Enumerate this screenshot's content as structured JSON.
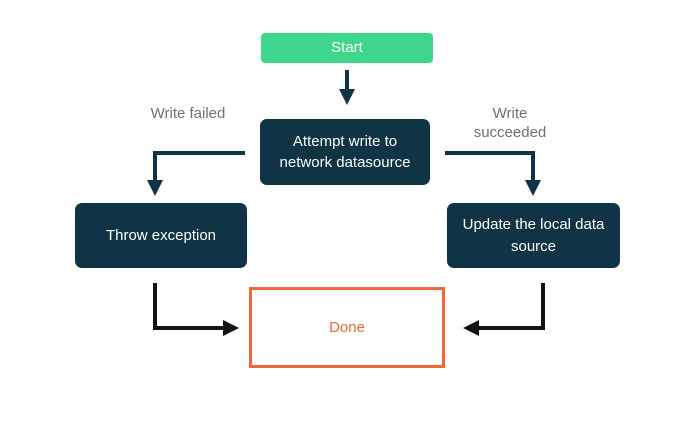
{
  "diagram": {
    "type": "flowchart",
    "nodes": {
      "start": {
        "label": "Start",
        "shape": "rounded-rect",
        "fill": "#3dd68c",
        "text_color": "#ffffff"
      },
      "attempt": {
        "label": "Attempt write to network datasource",
        "shape": "rounded-rect",
        "fill": "#0e3446",
        "text_color": "#ffffff"
      },
      "throw": {
        "label": "Throw exception",
        "shape": "rounded-rect",
        "fill": "#0e3446",
        "text_color": "#ffffff"
      },
      "update": {
        "label": "Update the local data source",
        "shape": "rounded-rect",
        "fill": "#0e3446",
        "text_color": "#ffffff"
      },
      "done": {
        "label": "Done",
        "shape": "rect-outline",
        "fill": "#ffffff",
        "text_color": "#f2683c",
        "border_color": "#f2683c"
      }
    },
    "edges": [
      {
        "from": "start",
        "to": "attempt",
        "label": ""
      },
      {
        "from": "attempt",
        "to": "throw",
        "label": "Write failed"
      },
      {
        "from": "attempt",
        "to": "update",
        "label": "Write succeeded"
      },
      {
        "from": "throw",
        "to": "done",
        "label": ""
      },
      {
        "from": "update",
        "to": "done",
        "label": ""
      }
    ],
    "colors": {
      "canvas_bg": "#ffffff",
      "start_bg": "#3dd68c",
      "node_bg": "#0e3446",
      "node_text": "#ffffff",
      "done_accent": "#f2683c",
      "label_text": "#707070",
      "connector": "#0e3446",
      "arrow_black": "#121212"
    }
  }
}
